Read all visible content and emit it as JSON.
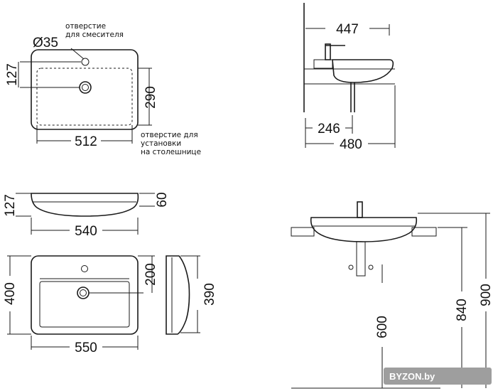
{
  "top_view": {
    "hole_label": "Ø35",
    "mixer_note": [
      "отверстие",
      "для смесителя"
    ],
    "dim_127": "127",
    "dim_290": "290",
    "dim_512": "512",
    "counter_note": [
      "отверстие для",
      "установки",
      "на столешнице"
    ]
  },
  "side_view_top": {
    "dim_447": "447",
    "dim_246": "246",
    "dim_480": "480"
  },
  "front_view": {
    "dim_127": "127",
    "dim_60": "60",
    "dim_540": "540"
  },
  "plan_view": {
    "dim_400": "400",
    "dim_200": "200",
    "dim_550": "550"
  },
  "profile_view": {
    "dim_390": "390"
  },
  "installation_view": {
    "dim_600": "600",
    "dim_840": "840",
    "dim_900": "900"
  },
  "watermark": {
    "text": "BYZON.by"
  }
}
